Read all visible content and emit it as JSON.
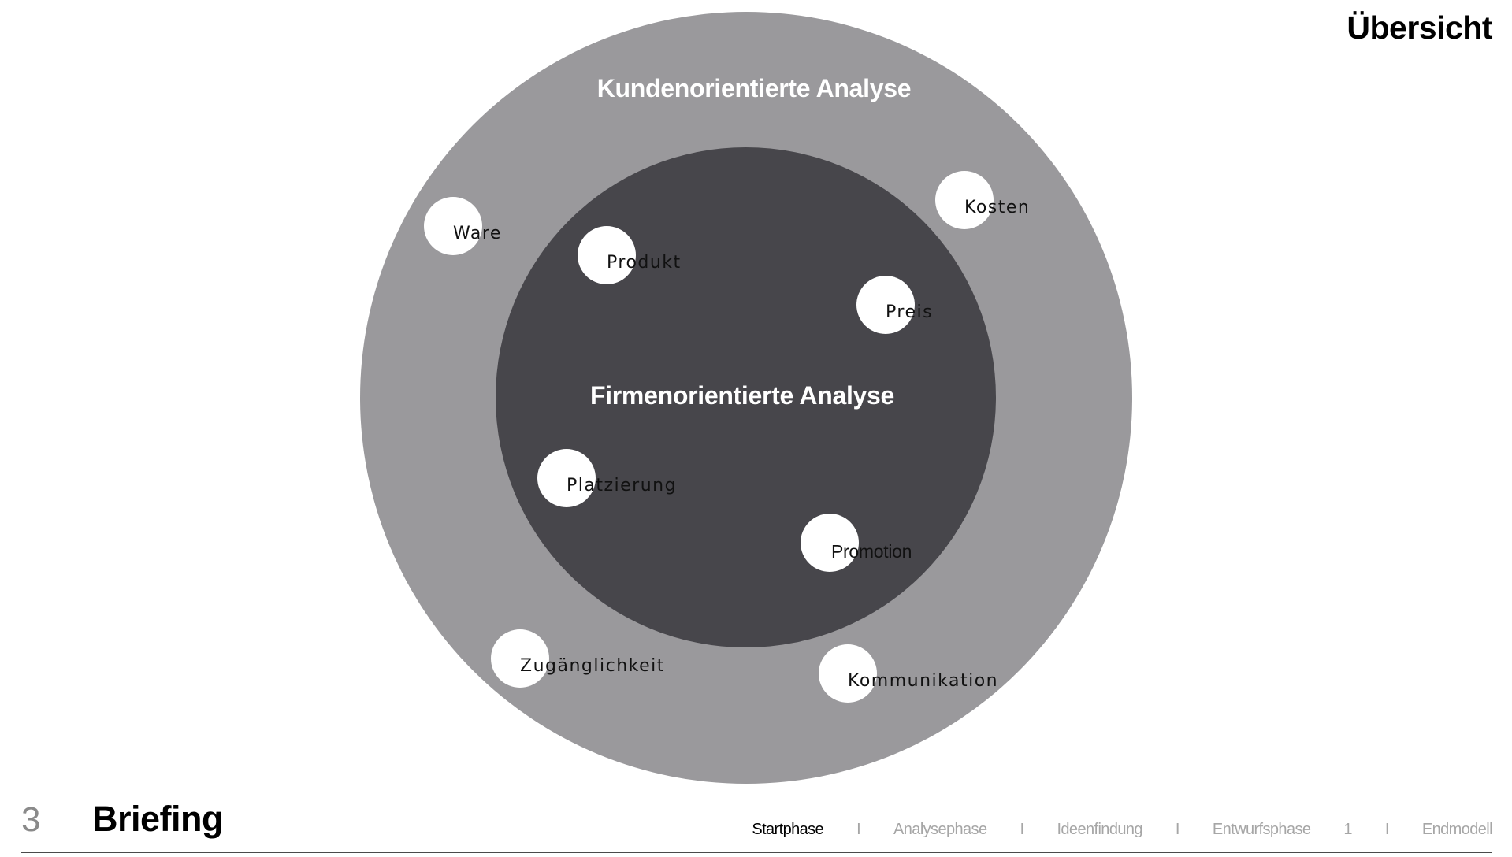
{
  "slide": {
    "title": "Übersicht"
  },
  "diagram": {
    "outer_label": "Kundenorientierte Analyse",
    "inner_label": "Firmenorientierte Analyse",
    "outer_color": "#9a999c",
    "inner_color": "#47464b",
    "factors": [
      {
        "id": "ware",
        "label": "Ware",
        "ring": "outer"
      },
      {
        "id": "kosten",
        "label": "Kosten",
        "ring": "outer"
      },
      {
        "id": "produkt",
        "label": "Produkt",
        "ring": "inner"
      },
      {
        "id": "preis",
        "label": "Preis",
        "ring": "inner"
      },
      {
        "id": "platzierung",
        "label": "Platzierung",
        "ring": "inner"
      },
      {
        "id": "promotion",
        "label": "Promotion",
        "ring": "inner"
      },
      {
        "id": "zugaenglichkeit",
        "label": "Zugänglichkeit",
        "ring": "outer"
      },
      {
        "id": "kommunikation",
        "label": "Kommunikation",
        "ring": "outer"
      }
    ]
  },
  "footer": {
    "page_number": "3",
    "section_title": "Briefing",
    "phases": [
      {
        "label": "Startphase",
        "active": true
      },
      {
        "label": "Analysephase",
        "active": false
      },
      {
        "label": "Ideenfindung",
        "active": false
      },
      {
        "label": "Entwurfsphase",
        "active": false
      },
      {
        "label": "Endmodell",
        "active": false
      }
    ],
    "separator": "I",
    "extra_mark": "1"
  }
}
